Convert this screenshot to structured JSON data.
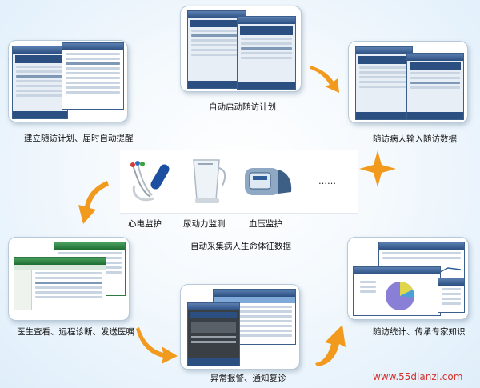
{
  "captions": {
    "step1": "建立随访计划、届时自动提醒",
    "step2": "自动启动随访计划",
    "step3": "随访病人输入随访数据",
    "step4": "自动采集病人生命体征数据",
    "step5": "医生查看、远程诊断、发送医嘱",
    "step6": "异常报警、通知复诊",
    "step7": "随访统计、传承专家知识"
  },
  "devices": {
    "ecg": "心电监护",
    "urine": "尿动力监测",
    "bp": "血压监护",
    "more": "……"
  },
  "watermark": "www.55dianzi.com",
  "colors": {
    "arrow_orange": "#f29a1e",
    "accent_blue": "#2f5e9a"
  }
}
